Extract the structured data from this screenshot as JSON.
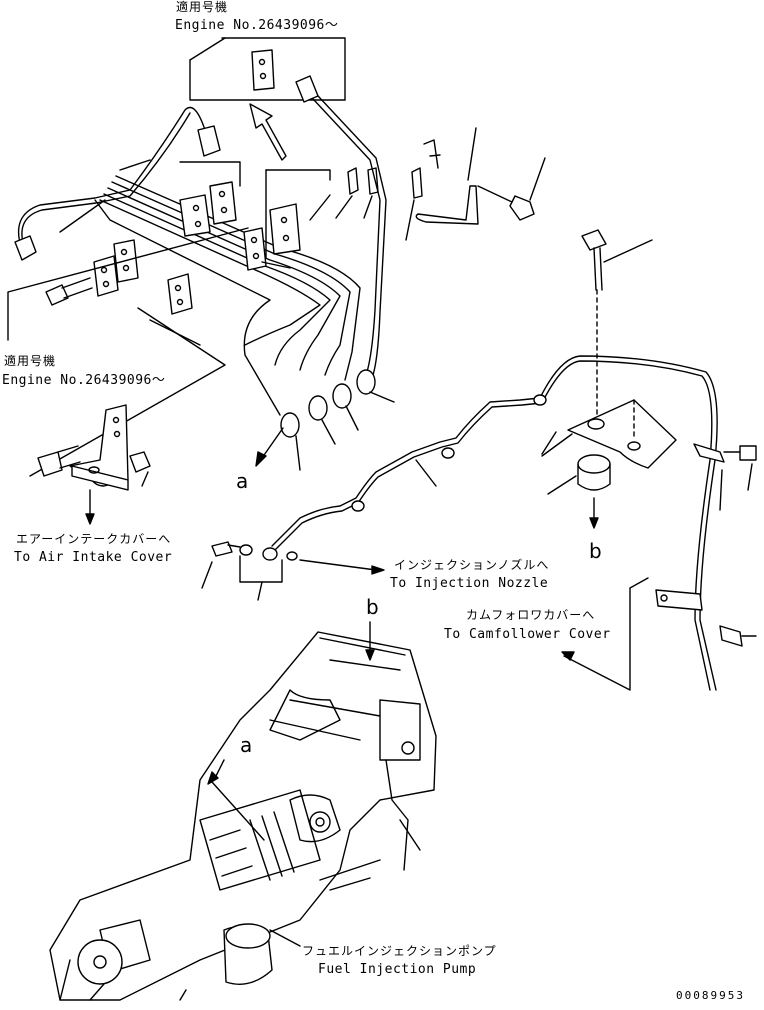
{
  "labels": {
    "top_applicable_jp": "適用号機",
    "top_engine_no": "Engine No.26439096～",
    "left_applicable_jp": "適用号機",
    "left_engine_no": "Engine No.26439096～",
    "air_intake_jp": "エアーインテークカバーへ",
    "air_intake_en": "To Air Intake Cover",
    "injection_nozzle_jp": "インジェクションノズルへ",
    "injection_nozzle_en": "To Injection Nozzle",
    "camfollower_jp": "カムフォロワカバーへ",
    "camfollower_en": "To Camfollower Cover",
    "fuel_pump_jp": "フュエルインジェクションポンプ",
    "fuel_pump_en": "Fuel Injection Pump",
    "ref_a_upper": "a",
    "ref_a_lower": "a",
    "ref_b_right": "b",
    "ref_b_lower": "b",
    "drawing_no": "00089953"
  }
}
